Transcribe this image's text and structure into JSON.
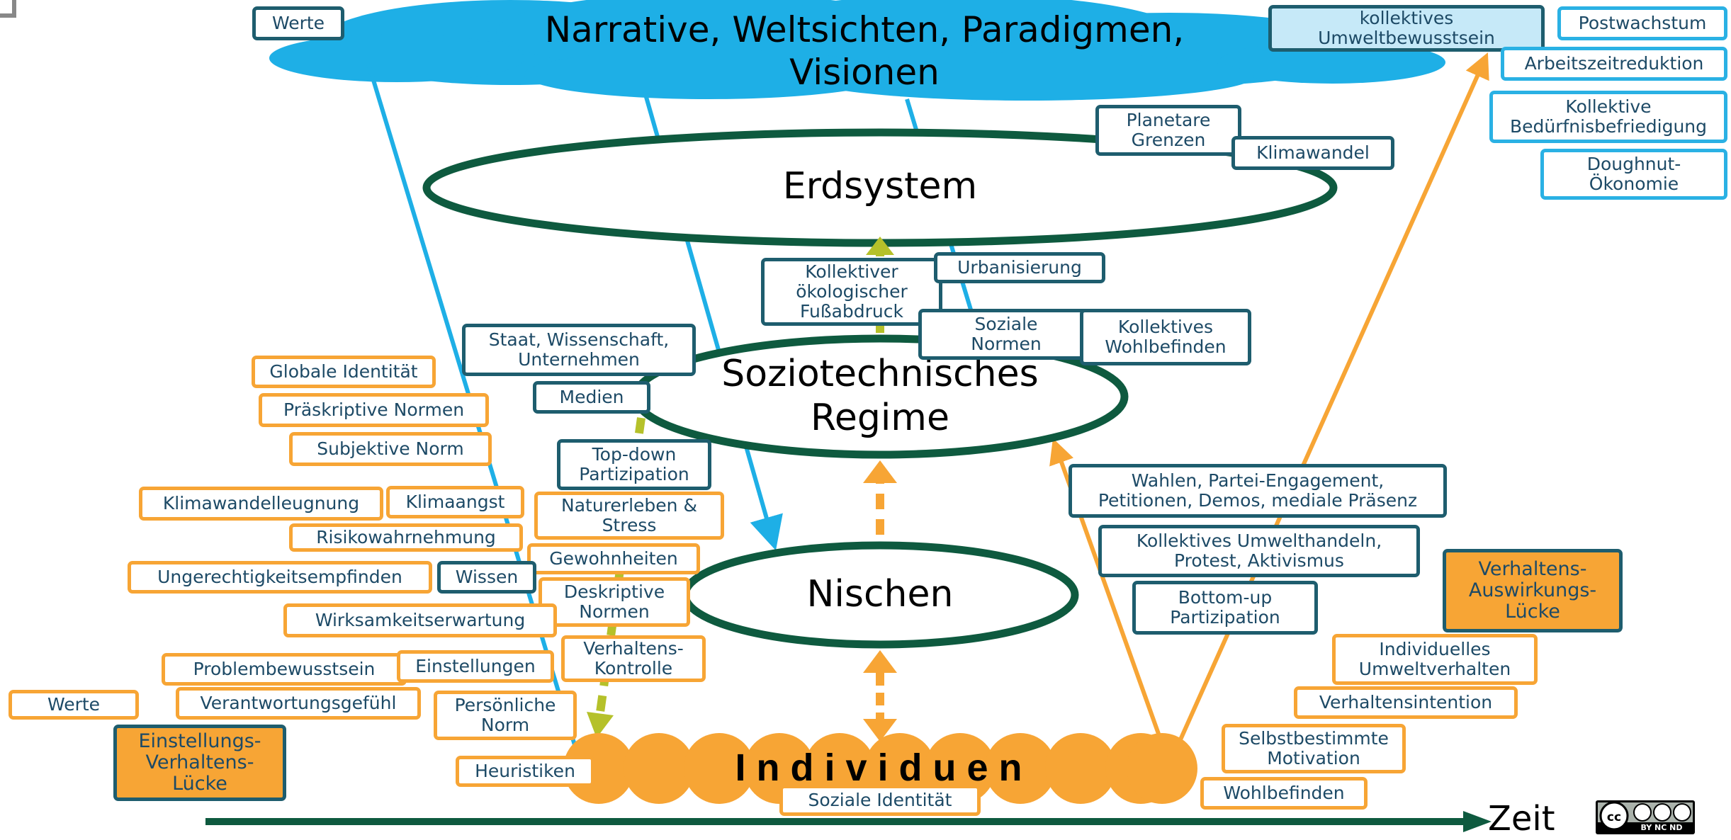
{
  "colors": {
    "cloud": "#1eafe6",
    "dark_green": "#0e5a3f",
    "orange": "#f7a535",
    "light_blue": "#2ab1e4",
    "box_border_dark": "#1e5d6e",
    "text": "#1d4a66"
  },
  "levels": {
    "landscape_line1": "Narrative, Weltsichten, Paradigmen,",
    "landscape_line2": "Visionen",
    "earth": "Erdsystem",
    "regime_line1": "Soziotechnisches",
    "regime_line2": "Regime",
    "niches": "Nischen",
    "individuals": "I n d i v i d u e n"
  },
  "axis": {
    "label": "Zeit"
  },
  "license": {
    "icon": "cc-by-nc-nd-icon",
    "text": "BY NC ND"
  },
  "labels": {
    "werte_top": "Werte",
    "kollektives_umweltbewusstsein": "kollektives\nUmweltbewusstsein",
    "postwachstum": "Postwachstum",
    "arbeitszeitreduktion": "Arbeitszeitreduktion",
    "kollektive_beduerfnisbefriedigung": "Kollektive\nBedürfnisbefriedigung",
    "doughnut_oekonomie": "Doughnut-\nÖkonomie",
    "planetare_grenzen": "Planetare\nGrenzen",
    "klimawandel": "Klimawandel",
    "kollektiver_fussabdruck": "Kollektiver\nökologischer\nFußabdruck",
    "urbanisierung": "Urbanisierung",
    "soziale_normen": "Soziale\nNormen",
    "kollektives_wohlbefinden": "Kollektives\nWohlbefinden",
    "staat_wissenschaft": "Staat, Wissenschaft,\nUnternehmen",
    "medien": "Medien",
    "top_down": "Top-down\nPartizipation",
    "globale_identitaet": "Globale Identität",
    "praeskriptive_normen": "Präskriptive Normen",
    "subjektive_norm": "Subjektive Norm",
    "klimawandelleugnung": "Klimawandelleugnung",
    "klimaangst": "Klimaangst",
    "naturerleben": "Naturerleben &\nStress",
    "risikowahrnehmung": "Risikowahrnehmung",
    "gewohnheiten": "Gewohnheiten",
    "ungerechtigkeitsempfinden": "Ungerechtigkeitsempfinden",
    "wissen": "Wissen",
    "deskriptive_normen": "Deskriptive\nNormen",
    "wirksamkeitserwartung": "Wirksamkeitserwartung",
    "verhaltenskontrolle": "Verhaltens-\nKontrolle",
    "problembewusstsein": "Problembewusstsein",
    "einstellungen": "Einstellungen",
    "werte_left": "Werte",
    "verantwortungsgefuehl": "Verantwortungsgefühl",
    "persoenliche_norm": "Persönliche\nNorm",
    "einstellungs_luecke": "Einstellungs-\nVerhaltens-\nLücke",
    "heuristiken": "Heuristiken",
    "soziale_identitaet": "Soziale Identität",
    "wahlen": "Wahlen, Partei-Engagement,\nPetitionen, Demos, mediale Präsenz",
    "kollektives_umwelthandeln": "Kollektives Umwelthandeln,\nProtest, Aktivismus",
    "bottom_up": "Bottom-up\nPartizipation",
    "verhaltens_auswirkungs_luecke": "Verhaltens-\nAuswirkungs-\nLücke",
    "individuelles_umweltverhalten": "Individuelles\nUmweltverhalten",
    "verhaltensintention": "Verhaltensintention",
    "selbstbestimmte_motivation": "Selbstbestimmte\nMotivation",
    "wohlbefinden": "Wohlbefinden"
  }
}
